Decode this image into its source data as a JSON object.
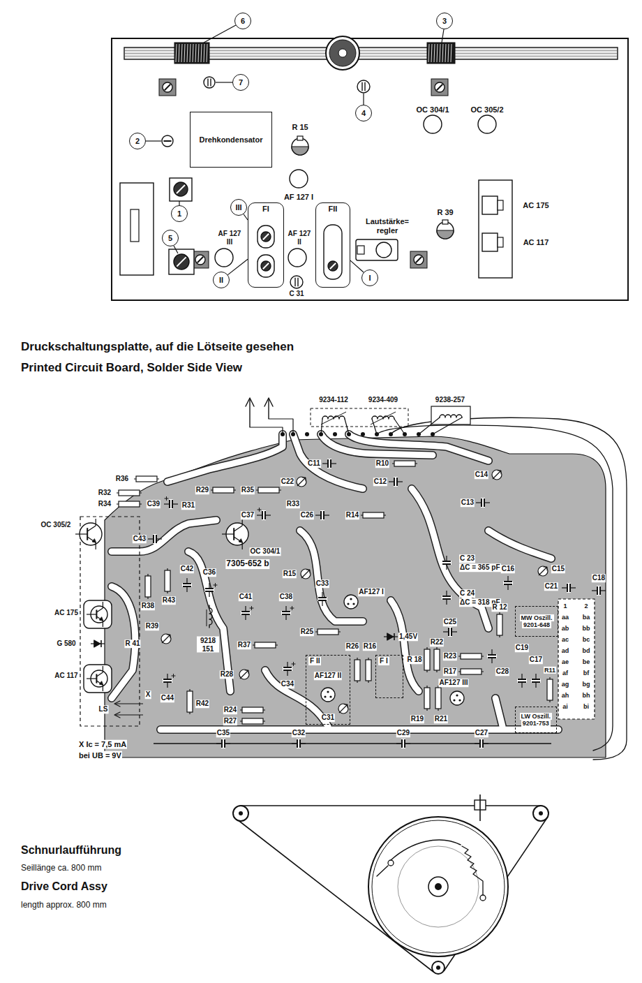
{
  "diagram": {
    "nodes": [
      {
        "text": [
          "Drehkondensator"
        ]
      },
      {
        "text": [
          "FI"
        ]
      },
      {
        "text": [
          "FII"
        ]
      },
      {
        "text": [
          "6"
        ]
      },
      {
        "text": [
          "3"
        ]
      },
      {
        "text": [
          "7"
        ]
      },
      {
        "text": [
          "4"
        ]
      },
      {
        "text": [
          "2"
        ]
      },
      {
        "text": [
          "1"
        ]
      },
      {
        "text": [
          "5"
        ]
      },
      {
        "text": [
          "III"
        ]
      },
      {
        "text": [
          "II"
        ]
      },
      {
        "text": [
          "I"
        ]
      },
      {
        "text": [
          "F II"
        ]
      },
      {
        "text": [
          "F I"
        ]
      },
      {
        "text": [
          "MW Oszill.",
          "9201-648"
        ]
      },
      {
        "text": [
          "LW Oszill.",
          "9201-753"
        ]
      }
    ],
    "edges": [
      {
        "from": 10,
        "to": 1,
        "arrow": "none"
      },
      {
        "from": 11,
        "to": 1,
        "arrow": "none"
      },
      {
        "from": 12,
        "to": 2,
        "arrow": "none"
      }
    ],
    "labels": [
      "OC 304/1",
      "OC 305/2",
      "R 15",
      "AF 127 I",
      "AF 127 III",
      "AF 127 II",
      "C 31",
      "Lautstärke= regler",
      "R 39",
      "AC 175",
      "AC 117",
      "Druckschaltungsplatte, auf die Lötseite gesehen",
      "Printed Circuit Board, Solder Side View",
      "9234-112",
      "9234-409",
      "9238-257",
      "C11",
      "R10",
      "C22",
      "C12",
      "C14",
      "R36",
      "R32",
      "R29",
      "R35",
      "R34",
      "R31",
      "C39",
      "R33",
      "C37",
      "C26",
      "R14",
      "C13",
      "OC 305/2",
      "C43",
      "OC 304/1",
      "C 23",
      "ΔC = 365 pF",
      "7305-652 b",
      "C42",
      "C36",
      "R15",
      "C33",
      "C 24",
      "ΔC = 318 pF",
      "C16",
      "C15",
      "C21",
      "C18",
      "R38",
      "R43",
      "C41",
      "C38",
      "AF127 I",
      "AC 175",
      "C25",
      "R 12",
      "R39",
      "9218 151",
      "G 580",
      "R 41",
      "R37",
      "R25",
      "R26",
      "R16",
      "1,45V",
      "R22",
      "R23",
      "R 18",
      "R17",
      "C28",
      "C19",
      "C17",
      "R11",
      "AC 117",
      "R28",
      "C34",
      "AF127 II",
      "AF127 III",
      "X",
      "LS",
      "C44",
      "R42",
      "R24",
      "R27",
      "C31",
      "R19",
      "R21",
      "C35",
      "C32",
      "C29",
      "C27",
      "X Ic = 7,5 mA",
      "bei UB = 9V",
      "1",
      "2",
      "aa",
      "ab",
      "ac",
      "ad",
      "ae",
      "af",
      "ag",
      "ah",
      "ai",
      "ba",
      "bb",
      "bc",
      "bd",
      "be",
      "bf",
      "bg",
      "bh",
      "bi",
      "Schnurlaufführung",
      "Seillänge ca. 800 mm",
      "Drive Cord Assy",
      "length approx. 800 mm"
    ]
  }
}
